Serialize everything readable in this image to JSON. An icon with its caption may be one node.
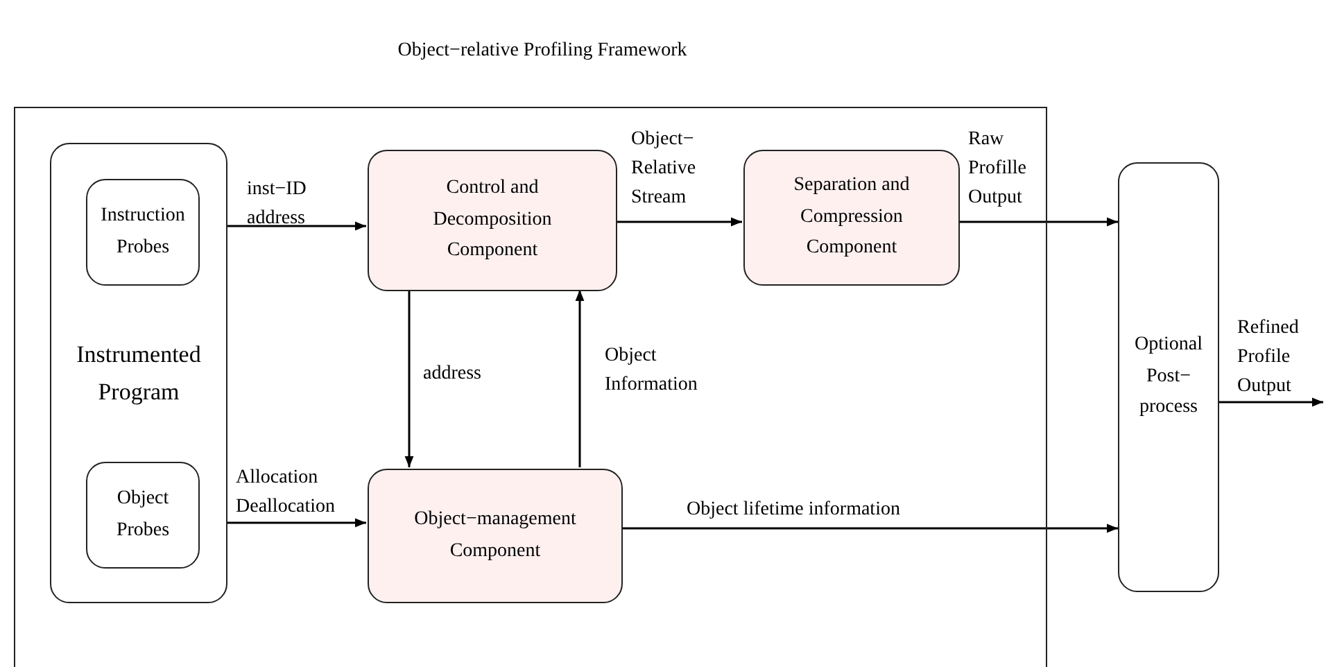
{
  "diagram": {
    "nodes": [
      {
        "text": [
          "Object−relative Profiling Framework"
        ]
      },
      {
        "text": [
          "Instrumented Program"
        ],
        "in": 0
      },
      {
        "text": [
          "Instruction Probes"
        ],
        "in": 1
      },
      {
        "text": [
          "Object Probes"
        ],
        "in": 1
      },
      {
        "text": [
          "Control and Decomposition Component"
        ],
        "in": 0
      },
      {
        "text": [
          "Separation and Compression Component"
        ],
        "in": 0
      },
      {
        "text": [
          "Object−management Component"
        ],
        "in": 0
      },
      {
        "text": [
          "Optional Post− process"
        ]
      }
    ],
    "edges": [
      {
        "from": 1,
        "to": 4,
        "arrow": "to",
        "label": "inst−ID address"
      },
      {
        "from": 1,
        "to": 6,
        "arrow": "to",
        "label": "Allocation Deallocation"
      },
      {
        "from": 4,
        "to": 5,
        "arrow": "to",
        "label": "Object− Relative Stream"
      },
      {
        "from": 5,
        "to": 7,
        "arrow": "to",
        "label": "Raw Profille Output"
      },
      {
        "from": 4,
        "to": 6,
        "arrow": "to",
        "label": "address"
      },
      {
        "from": 6,
        "to": 4,
        "arrow": "to",
        "label": "Object Information"
      },
      {
        "from": 6,
        "to": 7,
        "arrow": "to",
        "label": "Object lifetime information"
      },
      {
        "from": 7,
        "to": null,
        "arrow": "to",
        "label": "Refined Profile Output"
      }
    ]
  }
}
